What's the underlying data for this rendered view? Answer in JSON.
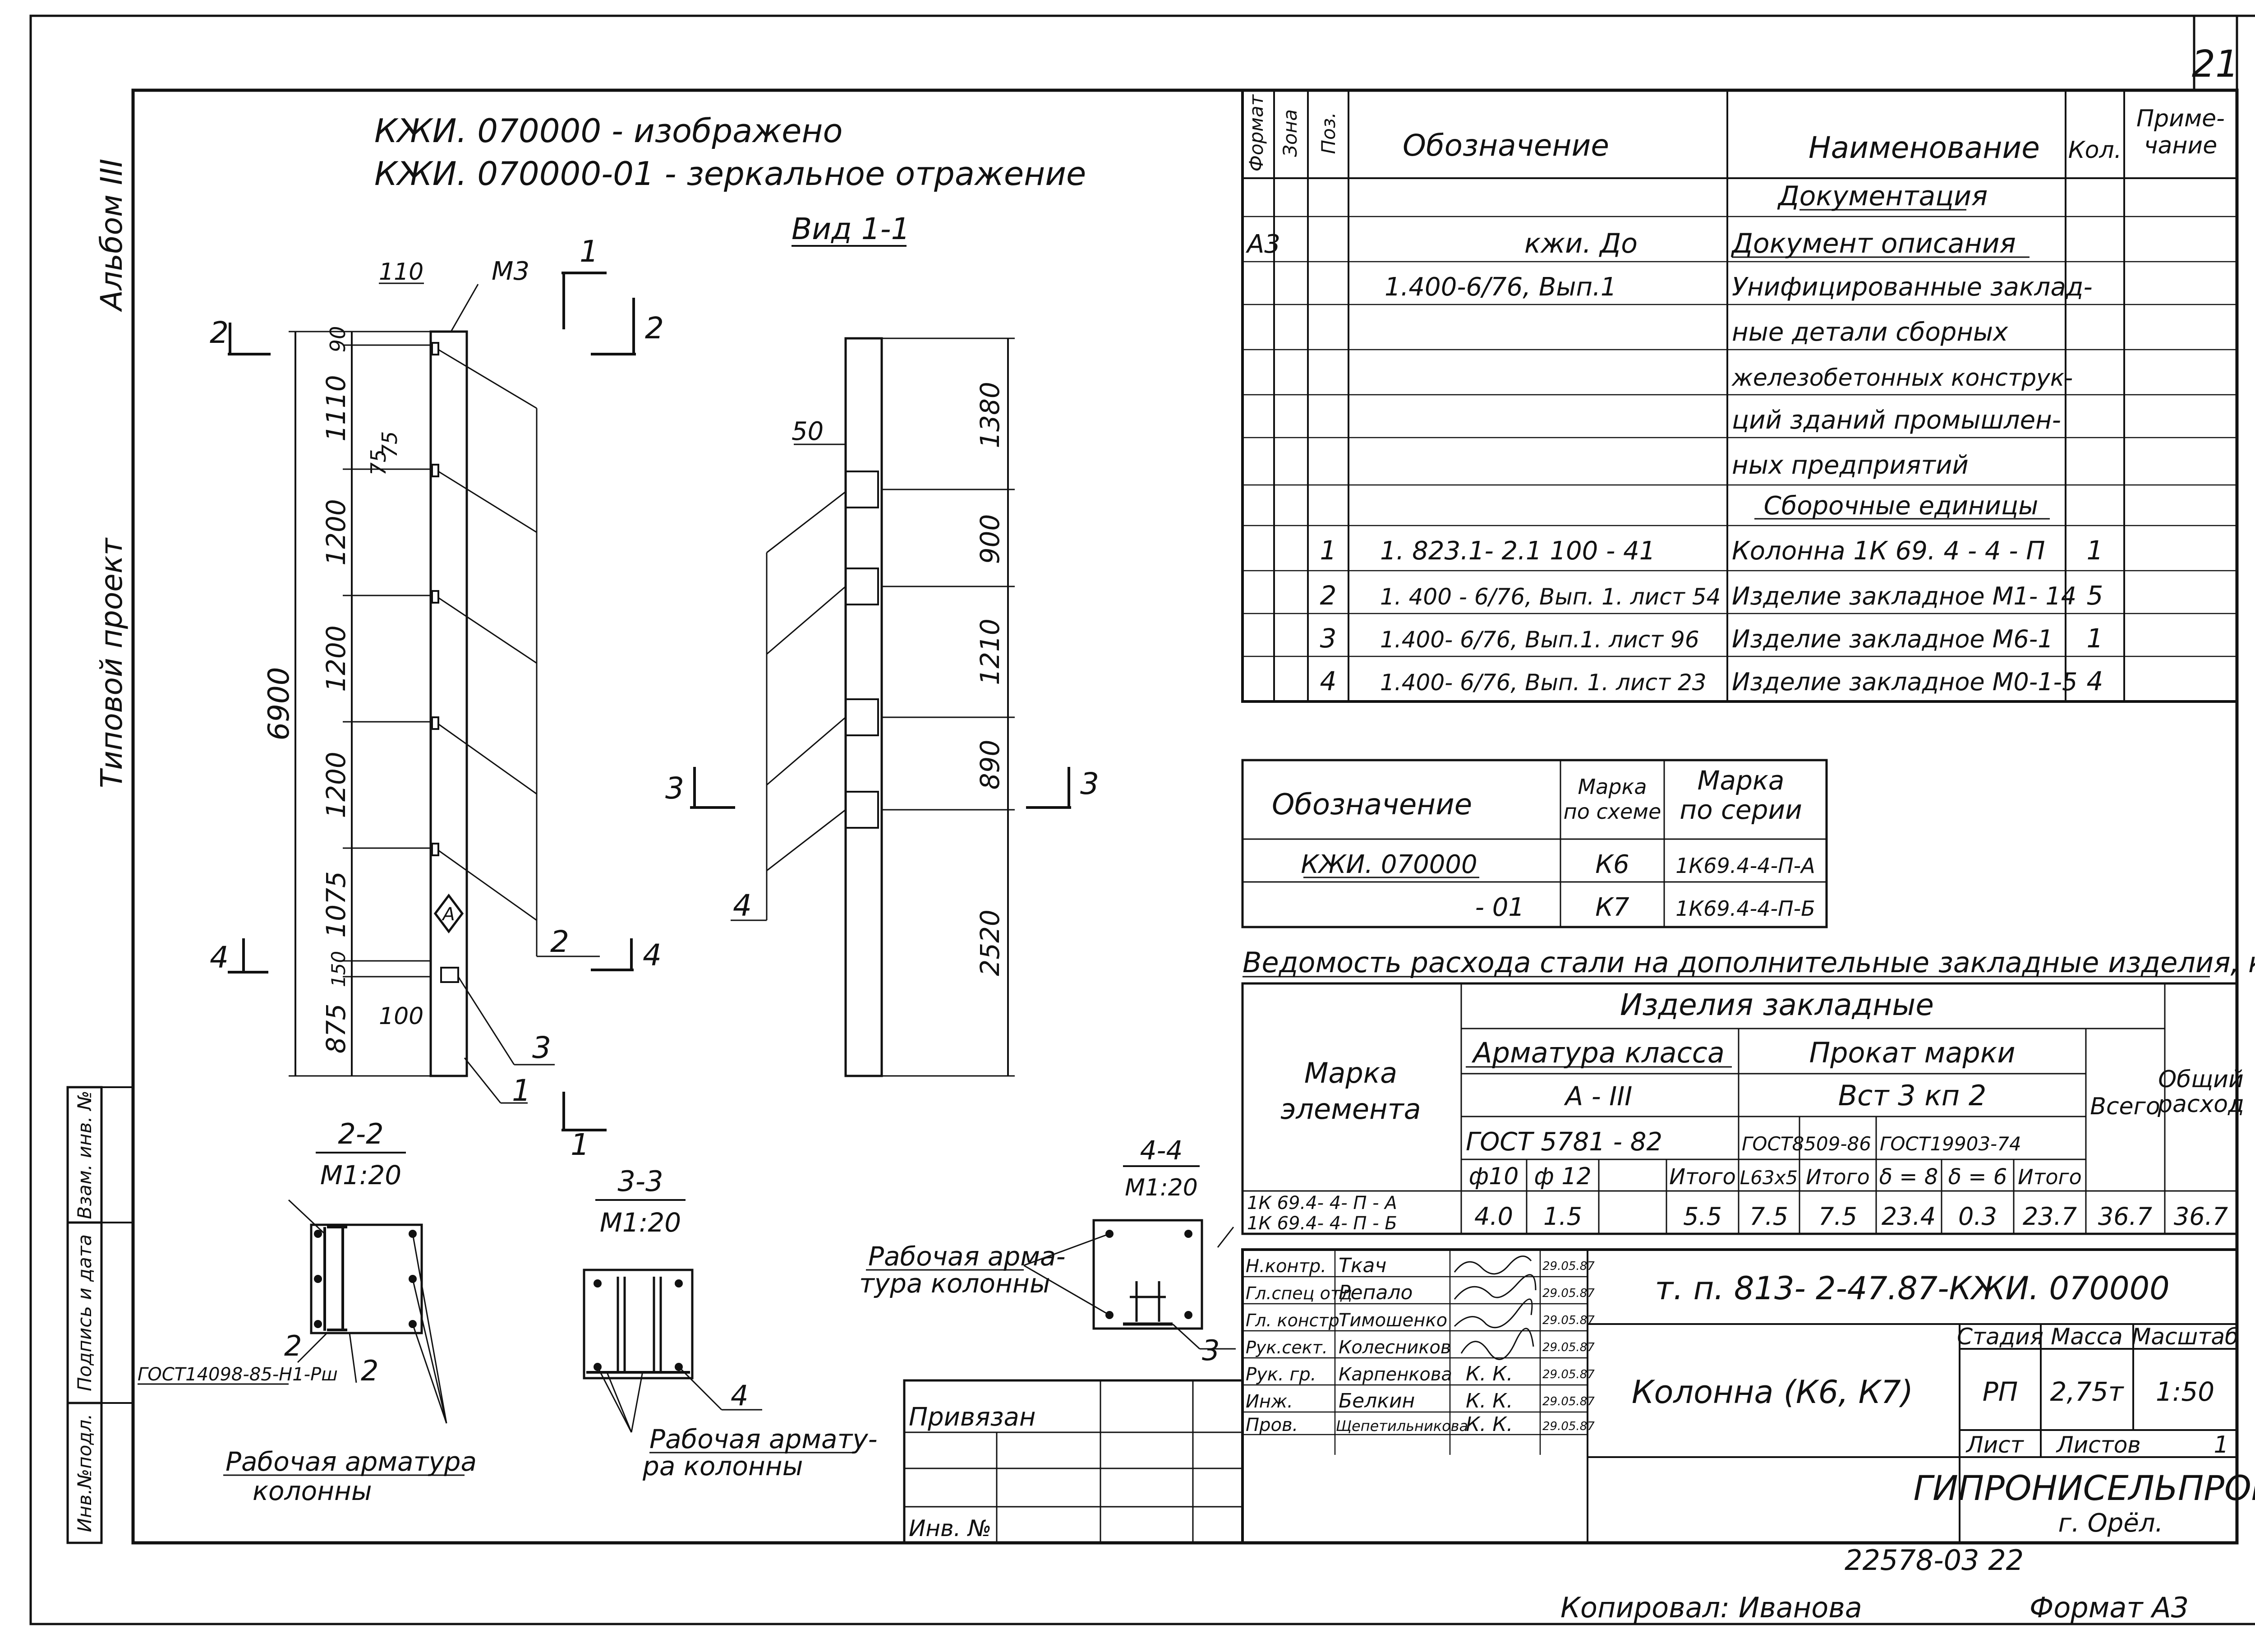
{
  "page_number": "21",
  "left_margin": {
    "album": "Альбом III",
    "project": "Типовой проект"
  },
  "header_notes": {
    "line1": "КЖИ. 070000  - изображено",
    "line2": "КЖИ. 070000-01 - зеркальное  отражение"
  },
  "view_title": "Вид 1-1",
  "section_labels": {
    "s22": "2-2",
    "s22_scale": "М1:20",
    "s33": "3-3",
    "s33_scale": "М1:20",
    "s44": "4-4",
    "s44_scale": "М1:20"
  },
  "cut_marks": [
    "1",
    "2",
    "3",
    "4"
  ],
  "main_view_dims": {
    "top_width": "110",
    "marker_m3": "М3",
    "total_height": "6900",
    "segments": [
      "90",
      "1110",
      "1200",
      "1200",
      "1200",
      "1075",
      "150",
      "875"
    ],
    "small_dims": [
      "75",
      "75"
    ],
    "bottom_offset": "100",
    "diamond_mark": "А"
  },
  "side_view_dims": {
    "offset": "50",
    "segments": [
      "1380",
      "900",
      "1210",
      "890",
      "2520"
    ]
  },
  "callouts": [
    "1",
    "2",
    "3",
    "4"
  ],
  "section_notes": {
    "rebar_22": "Рабочая арматура",
    "rebar_22b": "колонны",
    "gost_22": "ГОСТ14098-85-Н1-Рш",
    "rebar_33": "Рабочая армату-",
    "rebar_33b": "ра  колонны",
    "rebar_44": "Рабочая арма-",
    "rebar_44b": "тура колонны"
  },
  "spec_table": {
    "headers": {
      "format": "Формат",
      "zone": "Зона",
      "pos": "Поз.",
      "designation": "Обозначение",
      "name": "Наименование",
      "qty": "Кол.",
      "note1": "Приме-",
      "note2": "чание"
    },
    "rows": [
      {
        "format": "",
        "pos": "",
        "designation": "",
        "name": "Документация",
        "qty": "",
        "section": true
      },
      {
        "format": "А3",
        "pos": "",
        "designation": "кжи. До",
        "name": "Документ  описания",
        "qty": ""
      },
      {
        "format": "",
        "pos": "",
        "designation": "1.400-6/76,  Вып.1",
        "name": "Унифицированные заклад-",
        "qty": ""
      },
      {
        "format": "",
        "pos": "",
        "designation": "",
        "name": "ные  детали сборных",
        "qty": ""
      },
      {
        "format": "",
        "pos": "",
        "designation": "",
        "name": "железобетонных  конструк-",
        "qty": ""
      },
      {
        "format": "",
        "pos": "",
        "designation": "",
        "name": "ций  зданий  промышлен-",
        "qty": ""
      },
      {
        "format": "",
        "pos": "",
        "designation": "",
        "name": "ных   предприятий",
        "qty": ""
      },
      {
        "format": "",
        "pos": "",
        "designation": "",
        "name": "Сборочные  единицы",
        "qty": "",
        "section": true
      },
      {
        "format": "",
        "pos": "1",
        "designation": "1. 823.1- 2.1  100 - 41",
        "name": "Колонна  1К 69. 4 - 4 - П",
        "qty": "1"
      },
      {
        "format": "",
        "pos": "2",
        "designation": "1. 400 - 6/76, Вып. 1. лист 54",
        "name": "Изделие закладное  М1- 14",
        "qty": "5"
      },
      {
        "format": "",
        "pos": "3",
        "designation": "1.400- 6/76, Вып.1. лист 96",
        "name": "Изделие закладное  М6-1",
        "qty": "1"
      },
      {
        "format": "",
        "pos": "4",
        "designation": "1.400- 6/76, Вып. 1. лист 23",
        "name": "Изделие закладное  М0-1-5",
        "qty": "4"
      }
    ]
  },
  "mark_table": {
    "headers": {
      "designation": "Обозначение",
      "scheme1": "Марка",
      "scheme2": "по схеме",
      "series1": "Марка",
      "series2": "по серии"
    },
    "rows": [
      {
        "designation": "КЖИ. 070000",
        "scheme": "К6",
        "series": "1К69.4-4-П-А"
      },
      {
        "designation": "- 01",
        "scheme": "К7",
        "series": "1К69.4-4-П-Б"
      }
    ]
  },
  "steel_table": {
    "title": "Ведомость  расхода  стали  на  дополнительные  закладные  изделия, кг",
    "element_mark1": "Марка",
    "element_mark2": "элемента",
    "embedded": "Изделия  закладные",
    "rebar_class": "Арматура класса",
    "rebar_grade": "А - III",
    "rebar_gost": "ГОСТ  5781 - 82",
    "rolled_grade": "Прокат  марки",
    "rolled_steel": "Вст 3 кп 2",
    "gost_8509": "ГОСТ8509-86",
    "gost_19903": "ГОСТ19903-74",
    "total": "Всего",
    "overall1": "Общий",
    "overall2": "расход",
    "sub_headers": [
      "ф10",
      "ф 12",
      "",
      "Итого",
      "L63х5",
      "Итого",
      "δ = 8",
      "δ = 6",
      "Итого"
    ],
    "row_marks": [
      "1К 69.4- 4- П - А",
      "1К 69.4- 4- П - Б"
    ],
    "values": [
      "4.0",
      "1.5",
      "",
      "5.5",
      "7.5",
      "7.5",
      "23.4",
      "0.3",
      "23.7",
      "36.7",
      "36.7"
    ]
  },
  "title_block": {
    "doc_code": "т. п.   813- 2-47.87-КЖИ. 070000",
    "object": "Колонна  (К6, К7)",
    "stage_label": "Стадия",
    "mass_label": "Масса",
    "scale_label": "Масштаб",
    "stage": "РП",
    "mass": "2,75т",
    "scale": "1:50",
    "sheet_label": "Лист",
    "sheets_label": "Листов",
    "sheets": "1",
    "org": "ГИПРОНИСЕЛЬПРОМ",
    "city": "г. Орёл.",
    "staff": [
      {
        "role": "Н.контр.",
        "name": "Ткач",
        "date": "29.05.87"
      },
      {
        "role": "Гл.спец отд",
        "name": "Репало",
        "date": "29.05.87"
      },
      {
        "role": "Гл. констр",
        "name": "Тимошенко",
        "date": "29.05.87"
      },
      {
        "role": "Рук.сект.",
        "name": "Колесников",
        "date": "29.05.87"
      },
      {
        "role": "Рук. гр.",
        "name": "Карпенкова",
        "date": "29.05.87"
      },
      {
        "role": "Инж.",
        "name": "Белкин",
        "date": "29.05.87"
      },
      {
        "role": "Пров.",
        "name": "Щепетильникова",
        "date": "29.05.87"
      }
    ],
    "signatures": [
      "К. К.",
      "К. К.",
      "К. К."
    ]
  },
  "binding_table": {
    "label": "Привязан",
    "inv_label": "Инв. №"
  },
  "side_stamp": {
    "inv_orig": "Инв.№подл.",
    "sign_date": "Подпись и дата",
    "inv_repl": "Взам. инв. №"
  },
  "footer": {
    "archive_no": "22578-03  22",
    "copied": "Копировал: Иванова",
    "format": "Формат  А3"
  }
}
